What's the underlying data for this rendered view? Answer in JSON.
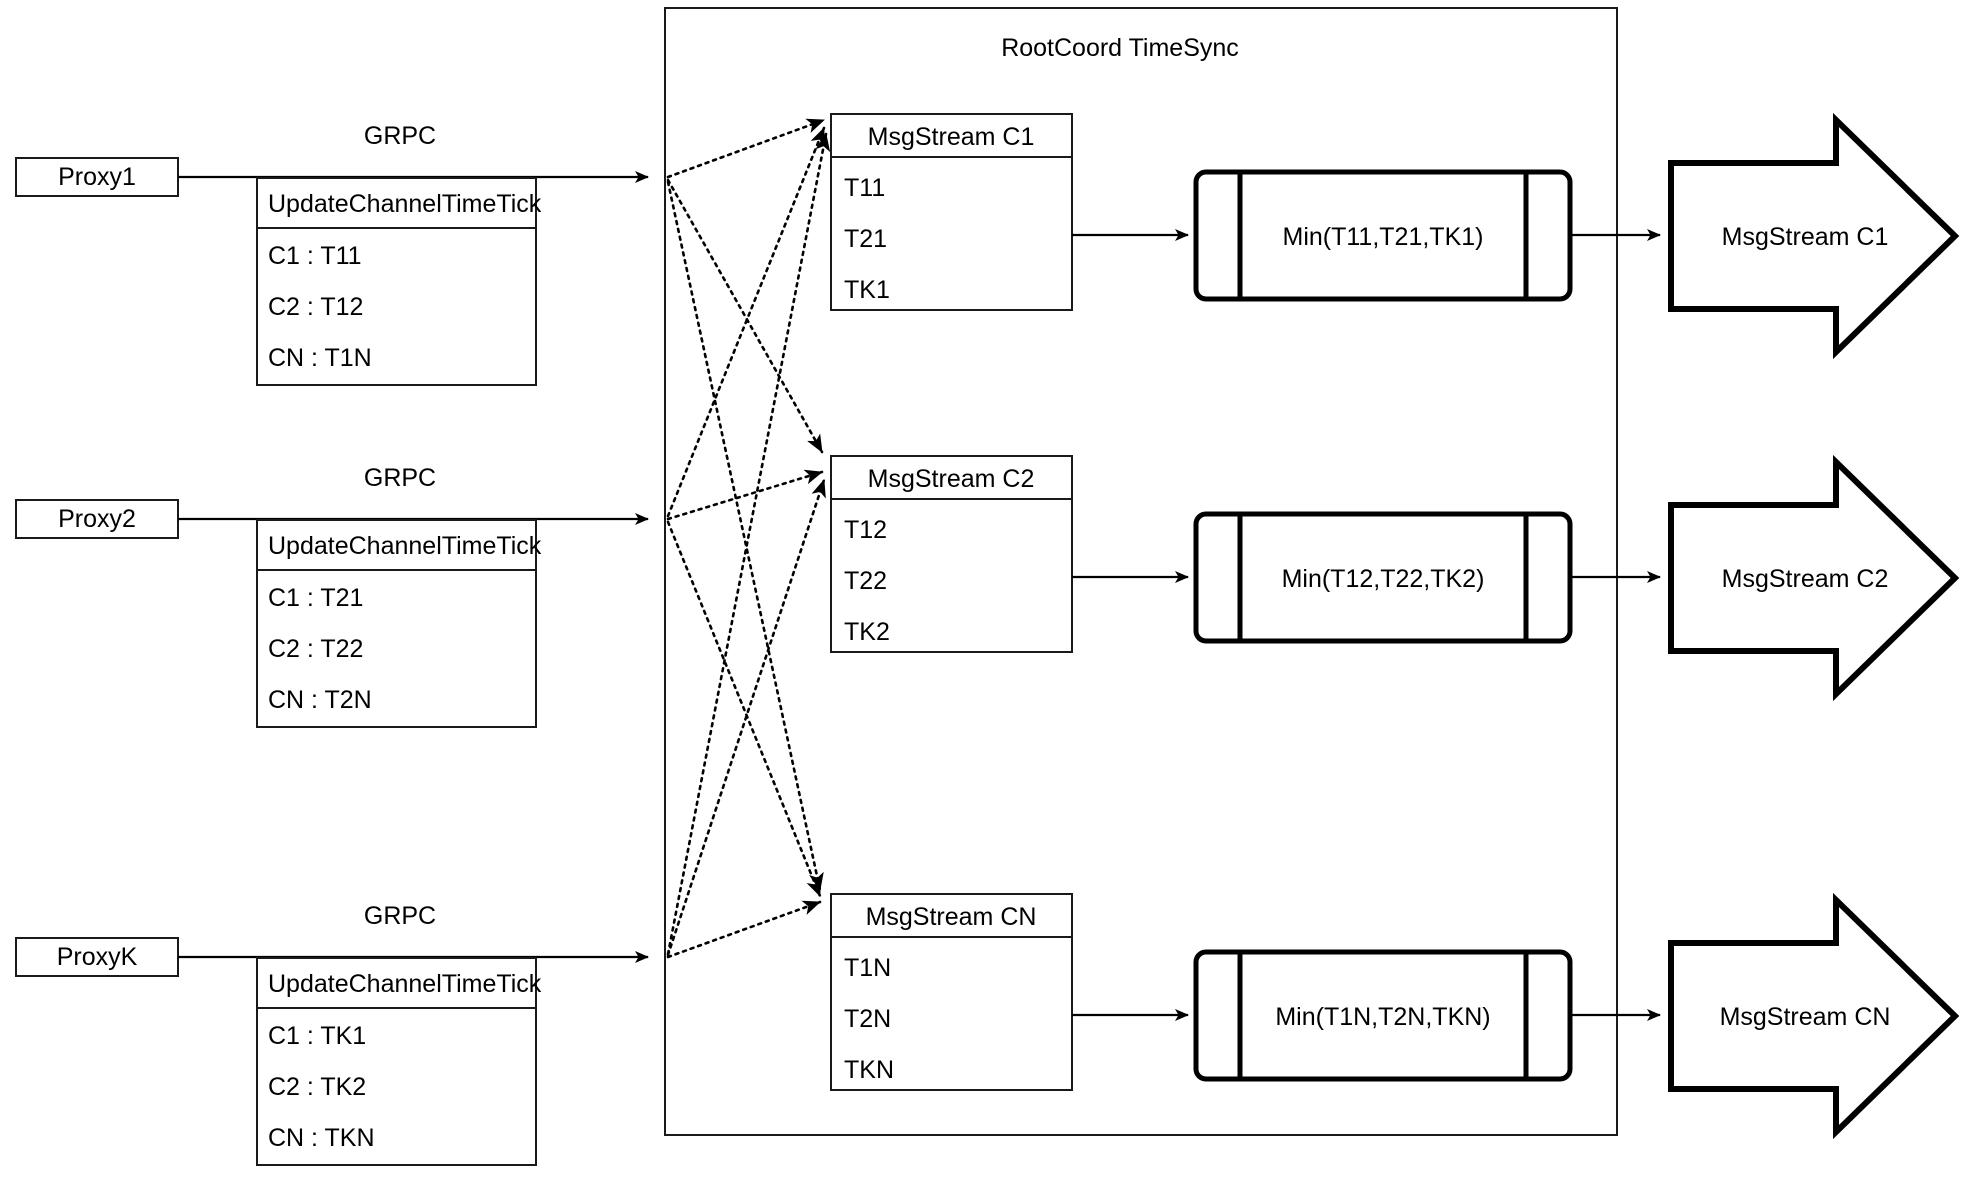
{
  "diagram": {
    "title": "RootCoord TimeSync",
    "container_label": "RootCoord TimeSync",
    "link_style": "dotted",
    "colors": {
      "stroke": "#000000",
      "box_stroke": "#1a1a1a",
      "fill": "#ffffff",
      "background": "#ffffff"
    },
    "proxies": [
      {
        "name": "Proxy1",
        "link_label": "GRPC",
        "message_title": "UpdateChannelTimeTick",
        "rows": [
          "C1 :  T11",
          "C2 :  T12",
          "CN : T1N"
        ]
      },
      {
        "name": "Proxy2",
        "link_label": "GRPC",
        "message_title": "UpdateChannelTimeTick",
        "rows": [
          "C1 :  T21",
          "C2 :  T22",
          "CN : T2N"
        ]
      },
      {
        "name": "ProxyK",
        "link_label": "GRPC",
        "message_title": "UpdateChannelTimeTick",
        "rows": [
          "C1 :  TK1",
          "C2 :  TK2",
          "CN : TKN"
        ]
      }
    ],
    "channels": [
      {
        "stream_title": "MsgStream C1",
        "ticks": [
          "T11",
          "T21",
          "TK1"
        ],
        "min_label": "Min(T11,T21,TK1)",
        "output_label": "MsgStream C1"
      },
      {
        "stream_title": "MsgStream C2",
        "ticks": [
          "T12",
          "T22",
          "TK2"
        ],
        "min_label": "Min(T12,T22,TK2)",
        "output_label": "MsgStream C2"
      },
      {
        "stream_title": "MsgStream CN",
        "ticks": [
          "T1N",
          "T2N",
          "TKN"
        ],
        "min_label": "Min(T1N,T2N,TKN)",
        "output_label": "MsgStream CN"
      }
    ]
  }
}
